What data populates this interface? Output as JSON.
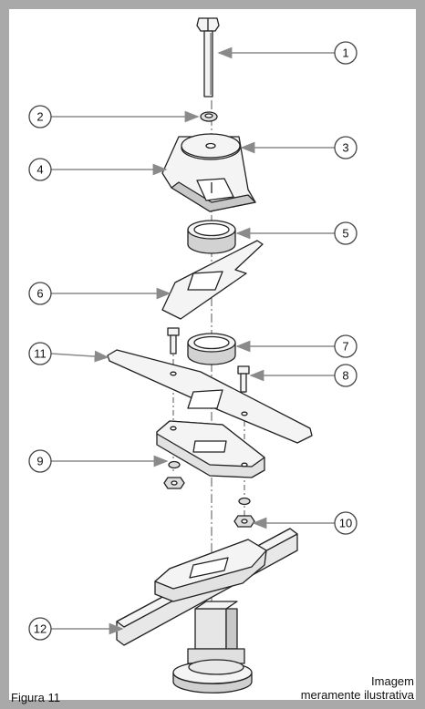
{
  "figure": {
    "caption": "Figura 11",
    "note_line1": "Imagem",
    "note_line2": "meramente ilustrativa"
  },
  "callouts": [
    {
      "label": "1"
    },
    {
      "label": "2"
    },
    {
      "label": "3"
    },
    {
      "label": "4"
    },
    {
      "label": "5"
    },
    {
      "label": "6"
    },
    {
      "label": "7"
    },
    {
      "label": "8"
    },
    {
      "label": "9"
    },
    {
      "label": "10"
    },
    {
      "label": "11"
    },
    {
      "label": "12"
    }
  ],
  "colors": {
    "frame": "#a9a9a9",
    "panel": "#ffffff",
    "line": "#222222",
    "leader": "#8a8a8a",
    "part_fill": "#f4f4f4",
    "part_shade": "#c8c8c8"
  },
  "icons": [
    "bolt-icon",
    "washer-icon",
    "blade-icon",
    "nut-icon",
    "shaft-icon"
  ]
}
